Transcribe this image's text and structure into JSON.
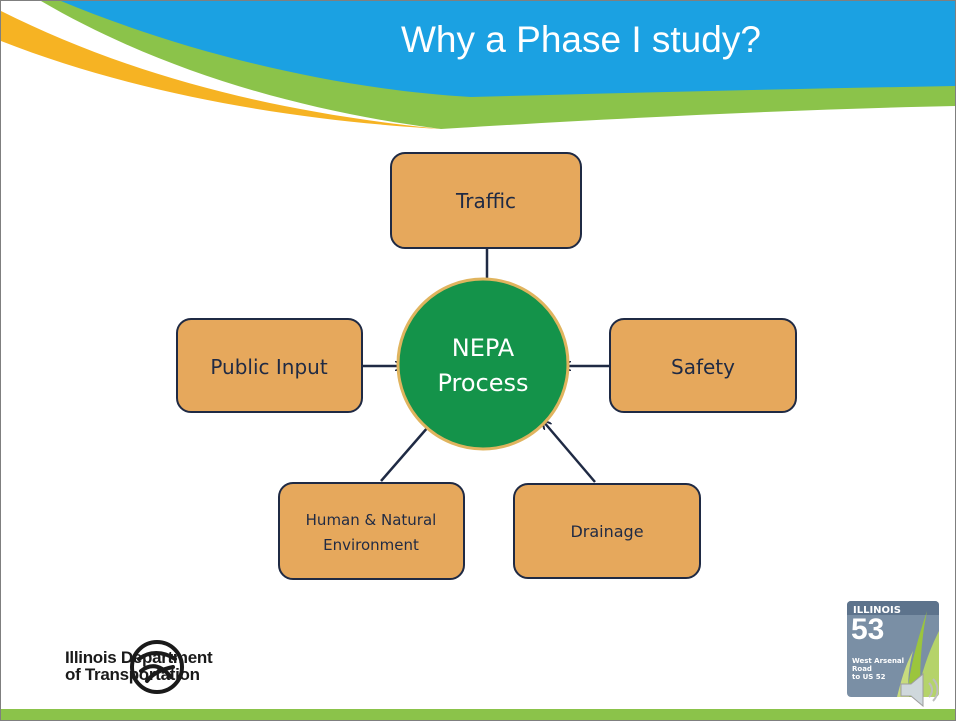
{
  "slide": {
    "title": "Why a Phase I study?"
  },
  "diagram": {
    "center": {
      "line1": "NEPA",
      "line2": "Process"
    },
    "nodes": {
      "traffic": "Traffic",
      "safety": "Safety",
      "drainage": "Drainage",
      "human_line1": "Human & Natural",
      "human_line2": "Environment",
      "public_input": "Public Input"
    }
  },
  "footer": {
    "logo_line1": "Illinois Department",
    "logo_line2": "of Transportation"
  },
  "badge": {
    "state": "ILLINOIS",
    "number": "53",
    "line1": "West Arsenal Road",
    "line2": "to US 52"
  },
  "colors": {
    "box_fill": "#e6a85c",
    "box_stroke": "#1f2a44",
    "center_fill": "#14934a",
    "center_stroke": "#e0b45e",
    "arrow": "#1f2a44",
    "header_green": "#8bc34a",
    "header_blue": "#1ba1e2",
    "header_yellow": "#f6b323"
  },
  "icons": [
    "idot-logo-icon",
    "speaker-icon"
  ]
}
